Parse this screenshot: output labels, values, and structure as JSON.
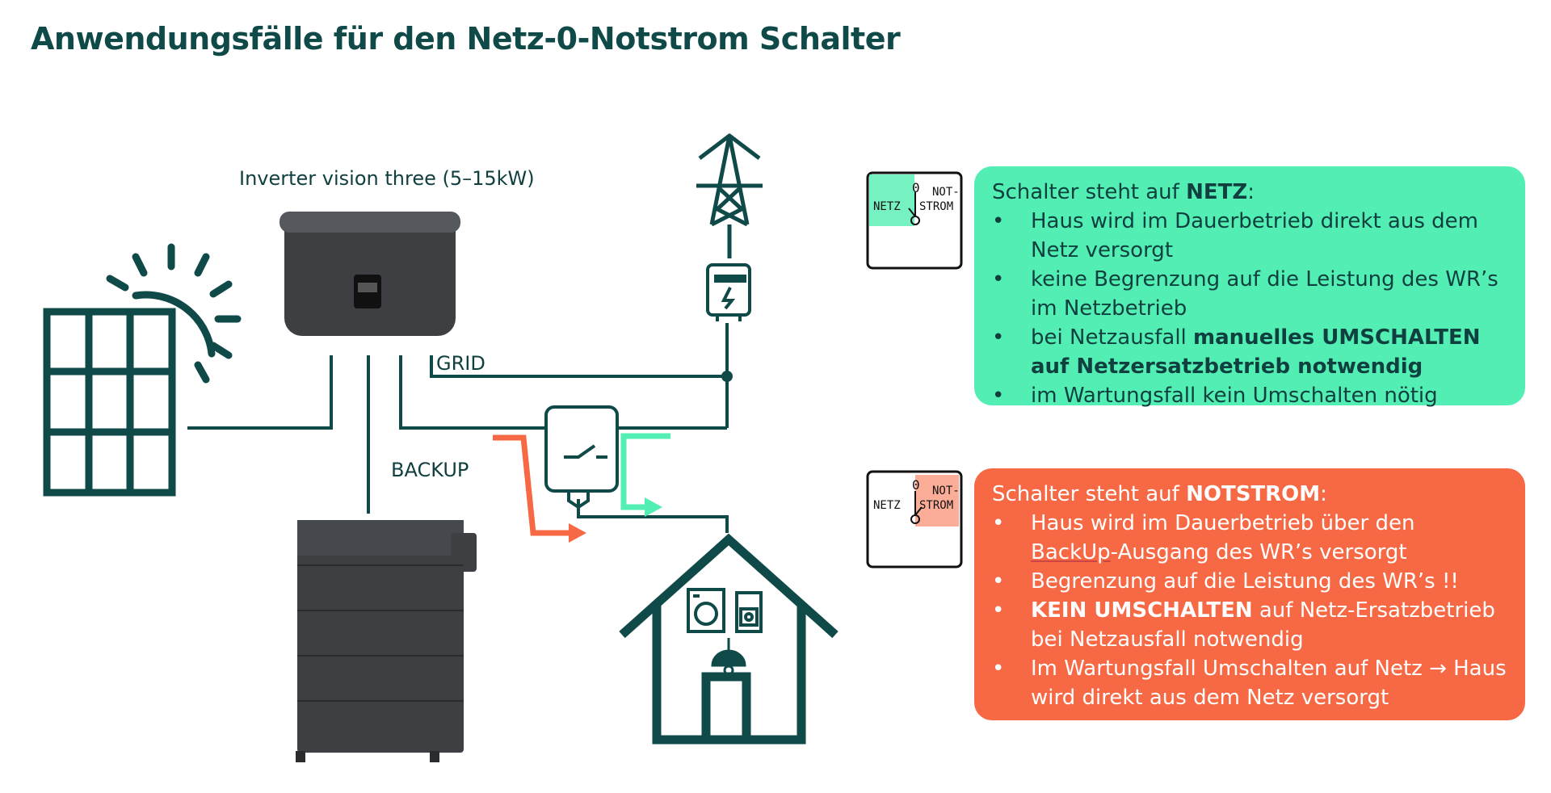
{
  "title": "Anwendungsfälle für den Netz-0-Notstrom Schalter",
  "inverter_label": "Inverter vision three (5–15kW)",
  "grid_label": "GRID",
  "backup_label": "BACKUP",
  "switch_icon": {
    "zero": "0",
    "netz": "NETZ",
    "not_line1": "NOT-",
    "not_line2": "STROM"
  },
  "card_netz": {
    "head_prefix": "Schalter steht auf ",
    "head_bold": "NETZ",
    "head_suffix": ":",
    "items": [
      {
        "text": "Haus wird im Dauerbetrieb direkt aus dem Netz versorgt"
      },
      {
        "text": "keine Begrenzung auf die Leistung des WR’s im Netzbetrieb"
      },
      {
        "prefix": "bei Netzausfall ",
        "bold": "manuelles UMSCHALTEN auf Netzersatzbetrieb notwendig"
      },
      {
        "text": "im Wartungsfall kein Umschalten nötig"
      }
    ]
  },
  "card_notstrom": {
    "head_prefix": "Schalter steht auf ",
    "head_bold": "NOTSTROM",
    "head_suffix": ":",
    "items": [
      {
        "prefix": "Haus wird im Dauerbetrieb über den ",
        "underline": "BackUp",
        "suffix": "-Ausgang des WR’s versorgt"
      },
      {
        "text": "Begrenzung auf die Leistung des WR’s !!"
      },
      {
        "bold": "KEIN UMSCHALTEN",
        "suffix": " auf Netz-Ersatzbetrieb bei Netzausfall notwendig"
      },
      {
        "text": "Im Wartungsfall Umschalten auf Netz → Haus wird direkt aus dem Netz versorgt"
      }
    ]
  },
  "colors": {
    "dark_teal": "#0f4a48",
    "green": "#52eeb3",
    "orange": "#f76944",
    "device_gray": "#3d3f42"
  },
  "icons": [
    "solar-panel-icon",
    "sun-icon",
    "power-tower-icon",
    "meter-icon",
    "transfer-switch-icon",
    "house-icon",
    "washing-machine-icon",
    "socket-icon",
    "lamp-icon",
    "inverter-device",
    "battery-device"
  ]
}
